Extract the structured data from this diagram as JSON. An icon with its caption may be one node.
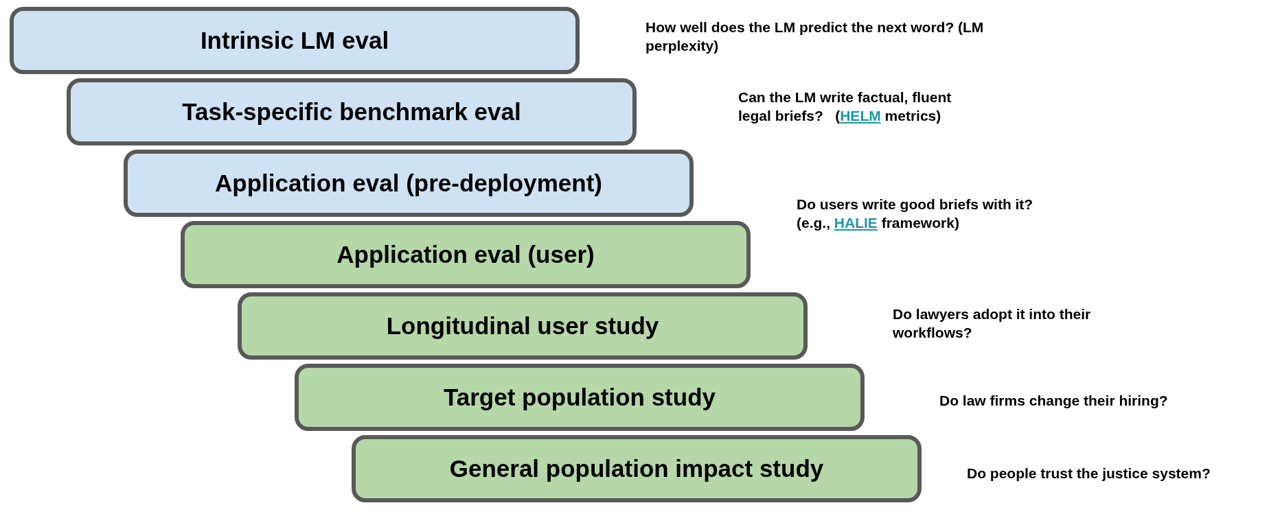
{
  "diagram": {
    "nodes": [
      {
        "text": [
          "Intrinsic LM eval"
        ]
      },
      {
        "text": [
          "Task-specific benchmark eval"
        ]
      },
      {
        "text": [
          "Application eval (pre-deployment)"
        ]
      },
      {
        "text": [
          "Application eval (user)"
        ]
      },
      {
        "text": [
          "Longitudinal user study"
        ]
      },
      {
        "text": [
          "Target population study"
        ]
      },
      {
        "text": [
          "General population impact study"
        ]
      }
    ],
    "labels": [
      "How well does the LM predict the next word? (LM perplexity)",
      "Can the LM write factual, fluent legal briefs?   (**HELM** metrics)",
      "Do users write good briefs with it? (e.g., **HALIE** framework)",
      "Do lawyers adopt it into their workflows?",
      "Do law firms change their hiring?",
      "Do people trust the justice system?"
    ]
  }
}
